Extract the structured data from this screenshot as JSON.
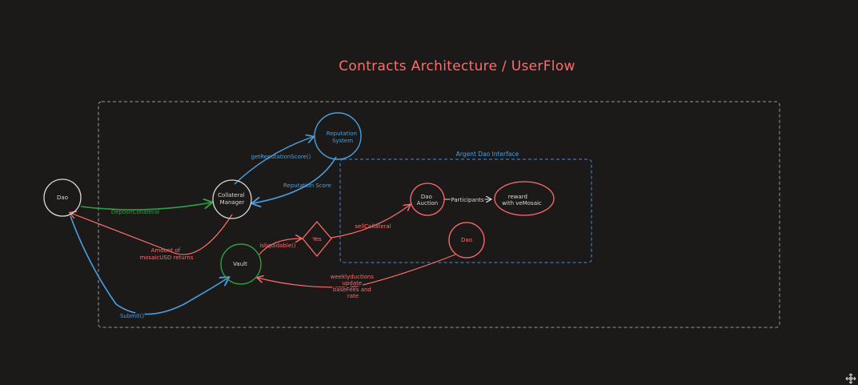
{
  "title": "Contracts Architecture / UserFlow",
  "colors": {
    "background": "#1c1a19",
    "white": "#d9d9d9",
    "red": "#ff6b6b",
    "blue": "#4a9fe0",
    "green": "#2f9e44",
    "dashed_gray": "#9a9a9a",
    "dashed_blue": "#3d79b8"
  },
  "regions": {
    "outer": {
      "label": ""
    },
    "argent": {
      "label": "Argent Dao Interface"
    }
  },
  "nodes": {
    "dao_left": {
      "lines": [
        "Dao"
      ]
    },
    "collateral_manager": {
      "lines": [
        "Collateral",
        "Manager"
      ]
    },
    "reputation_system": {
      "lines": [
        "Reputation",
        "System"
      ]
    },
    "vault": {
      "lines": [
        "Vault"
      ]
    },
    "yes": {
      "lines": [
        "Yes"
      ]
    },
    "dao_auction": {
      "lines": [
        "Dao",
        "Auction"
      ]
    },
    "reward": {
      "lines": [
        "reward",
        "with veMosaic"
      ]
    },
    "dao_right": {
      "lines": [
        "Dao"
      ]
    }
  },
  "edges": {
    "deposit_collateral": {
      "label": [
        "DepositCollateral"
      ]
    },
    "get_reputation_score": {
      "label": [
        "getReputationScore()"
      ]
    },
    "reputation_score": {
      "label": [
        "Reputation Score"
      ]
    },
    "mosaic_returns": {
      "label": [
        "Amount of",
        "mosaicUSD returns"
      ]
    },
    "is_liquidable": {
      "label": [
        "isliquidable()"
      ]
    },
    "sell_collateral": {
      "label": [
        "sellCollateral"
      ]
    },
    "participants": {
      "label": [
        "Participants"
      ]
    },
    "weekly_auctions": {
      "label": [
        "weeklyductions",
        "update",
        "baseFees and",
        "rate"
      ]
    },
    "submit": {
      "label": [
        "Submit()"
      ]
    }
  },
  "icons": {
    "corner": "move-icon"
  }
}
